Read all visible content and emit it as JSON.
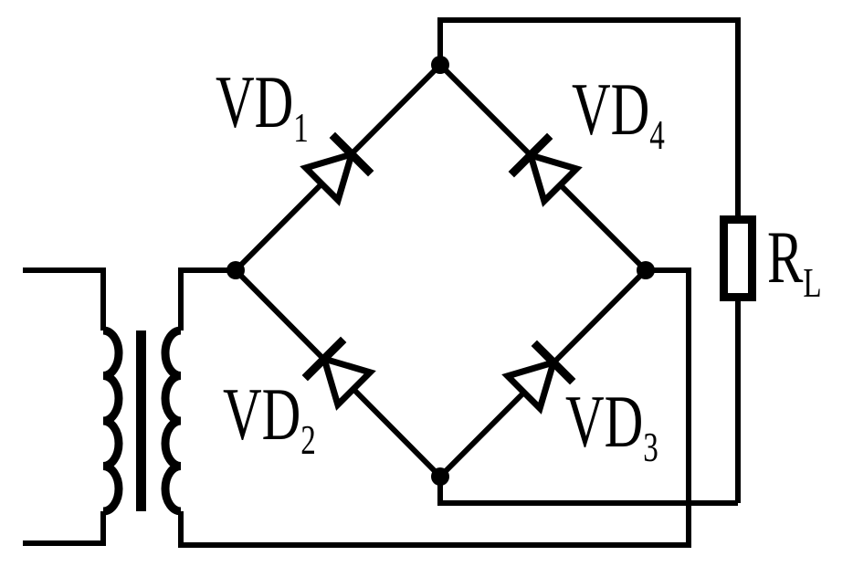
{
  "diagram": {
    "kind": "full-bridge rectifier circuit with transformer and load resistor",
    "background_color": "#ffffff",
    "line_color": "#000000"
  },
  "labels": {
    "vd1": {
      "base": "VD",
      "sub": "1"
    },
    "vd2": {
      "base": "VD",
      "sub": "2"
    },
    "vd3": {
      "base": "VD",
      "sub": "3"
    },
    "vd4": {
      "base": "VD",
      "sub": "4"
    },
    "rl": {
      "base": "R",
      "sub": "L"
    }
  },
  "components": {
    "transformer": "two-winding transformer with core",
    "diodes": [
      "VD1",
      "VD2",
      "VD3",
      "VD4"
    ],
    "load_resistor": "RL",
    "junction_nodes": 4
  }
}
